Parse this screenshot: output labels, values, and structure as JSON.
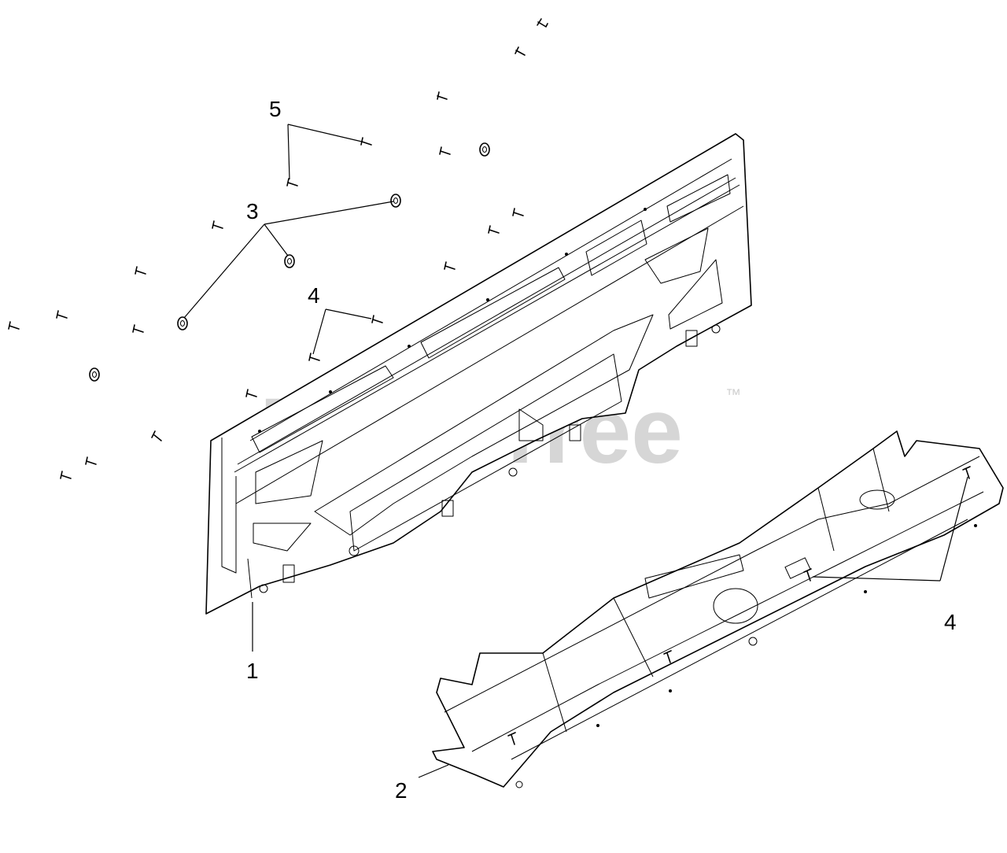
{
  "watermark": {
    "brand": "PartsTree",
    "trademark": "™"
  },
  "callouts": [
    {
      "id": "c1",
      "label": "1"
    },
    {
      "id": "c2",
      "label": "2"
    },
    {
      "id": "c3",
      "label": "3"
    },
    {
      "id": "c4a",
      "label": "4"
    },
    {
      "id": "c4b",
      "label": "4"
    },
    {
      "id": "c5",
      "label": "5"
    }
  ]
}
